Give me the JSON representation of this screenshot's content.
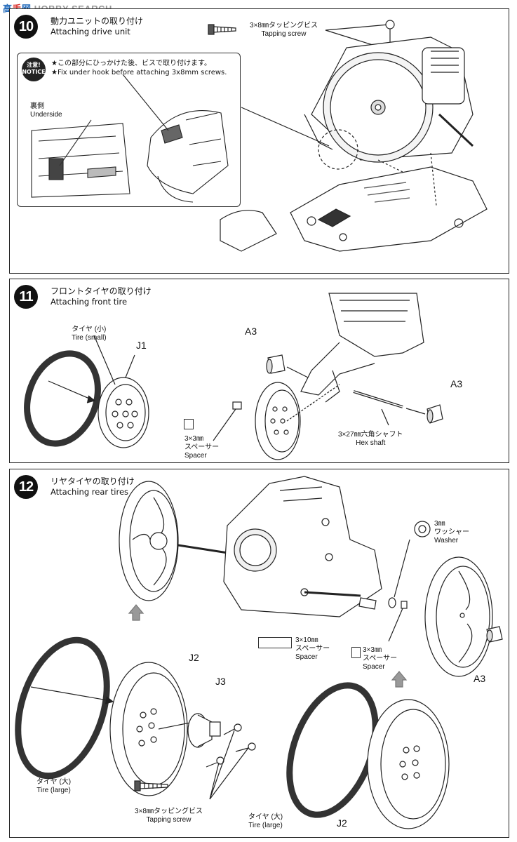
{
  "watermark": {
    "part_a": "高",
    "part_b": "手",
    "part_c": "网",
    "text": "HOBBY SEARCH"
  },
  "step10": {
    "number": "10",
    "title_jp": "動力ユニットの取り付け",
    "title_en": "Attaching drive unit",
    "screw_jp": "3×8㎜タッピングビス",
    "screw_en": "Tapping screw",
    "notice_badge_top": "注意!",
    "notice_badge_bottom": "NOTICE",
    "notice_jp": "★この部分にひっかけた後、ビスで取り付けます。",
    "notice_en": "★Fix under hook before attaching 3x8mm screws.",
    "underside_jp": "裏側",
    "underside_en": "Underside"
  },
  "step11": {
    "number": "11",
    "title_jp": "フロントタイヤの取り付け",
    "title_en": "Attaching front tire",
    "tire_jp": "タイヤ (小)",
    "tire_en": "Tire (small)",
    "part_j1": "J1",
    "part_a3_left": "A3",
    "part_a3_right": "A3",
    "spacer_size": "3×3㎜",
    "spacer_jp": "スペーサー",
    "spacer_en": "Spacer",
    "shaft_jp": "3×27㎜六角シャフト",
    "shaft_en": "Hex shaft"
  },
  "step12": {
    "number": "12",
    "title_jp": "リヤタイヤの取り付け",
    "title_en": "Attaching rear tires",
    "washer_size": "3㎜",
    "washer_jp": "ワッシャー",
    "washer_en": "Washer",
    "spacer10_size": "3×10㎜",
    "spacer10_jp": "スペーサー",
    "spacer10_en": "Spacer",
    "spacer3_size": "3×3㎜",
    "spacer3_jp": "スペーサー",
    "spacer3_en": "Spacer",
    "part_a3": "A3",
    "part_j2_left": "J2",
    "part_j3": "J3",
    "part_j2_right": "J2",
    "tire_left_jp": "タイヤ (大)",
    "tire_left_en": "Tire (large)",
    "tire_right_jp": "タイヤ (大)",
    "tire_right_en": "Tire (large)",
    "screw_jp": "3×8㎜タッピングビス",
    "screw_en": "Tapping screw"
  }
}
